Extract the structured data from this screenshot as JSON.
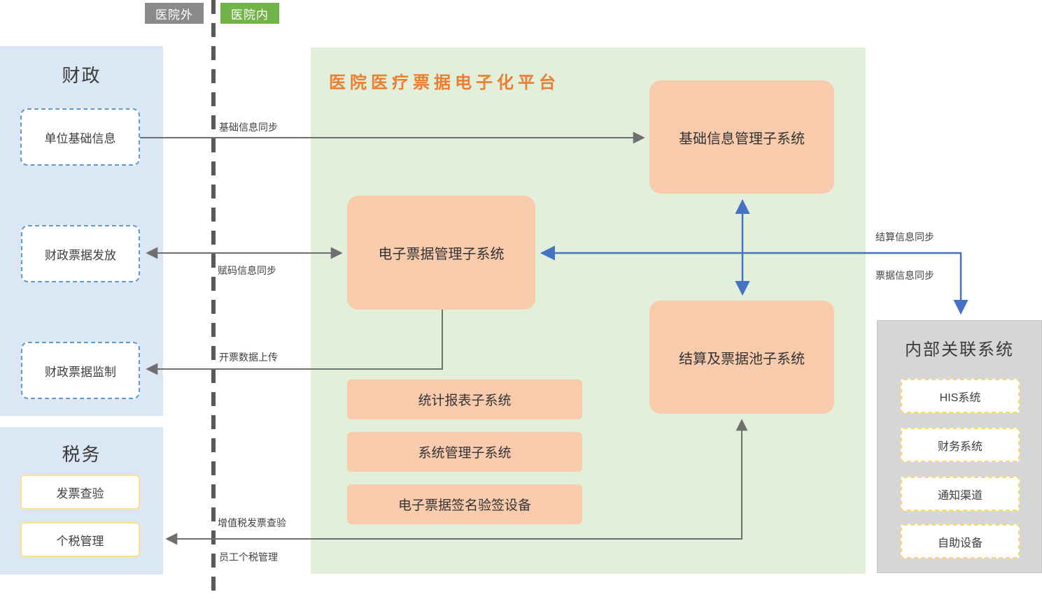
{
  "zones": {
    "outside_label": "医院外",
    "inside_label": "医院内"
  },
  "finance": {
    "title": "财政",
    "boxes": [
      {
        "label": "单位基础信息"
      },
      {
        "label": "财政票据发放"
      },
      {
        "label": "财政票据监制"
      }
    ]
  },
  "tax": {
    "title": "税务",
    "boxes": [
      {
        "label": "发票查验"
      },
      {
        "label": "个税管理"
      }
    ]
  },
  "platform": {
    "title": "医院医疗票据电子化平台",
    "subsystems": [
      {
        "label": "基础信息管理子系统"
      },
      {
        "label": "电子票据管理子系统"
      },
      {
        "label": "结算及票据池子系统"
      }
    ],
    "modules": [
      {
        "label": "统计报表子系统"
      },
      {
        "label": "系统管理子系统"
      },
      {
        "label": "电子票据签名验签设备"
      }
    ]
  },
  "internal": {
    "title": "内部关联系统",
    "boxes": [
      {
        "label": "HIS系统"
      },
      {
        "label": "财务系统"
      },
      {
        "label": "通知渠道"
      },
      {
        "label": "自助设备"
      }
    ]
  },
  "connections": {
    "base_info_sync": "基础信息同步",
    "code_info_sync": "赋码信息同步",
    "invoice_data_upload": "开票数据上传",
    "vat_invoice_check": "增值税发票查验",
    "employee_tax_mgmt": "员工个税管理",
    "settlement_info_sync": "结算信息同步",
    "bill_info_sync": "票据信息同步"
  },
  "colors": {
    "panel_blue": "#dbe7f4",
    "panel_green": "#e2efda",
    "panel_gray": "#d6d6d6",
    "node_orange": "#f8cbad",
    "accent_orange": "#ed7d31",
    "badge_green": "#72b447",
    "badge_gray": "#8a8a8a",
    "border_blue": "#5b9bd5",
    "border_yellow": "#ffd966",
    "arrow_gray": "#6f6f6f",
    "arrow_blue": "#4472c4"
  }
}
